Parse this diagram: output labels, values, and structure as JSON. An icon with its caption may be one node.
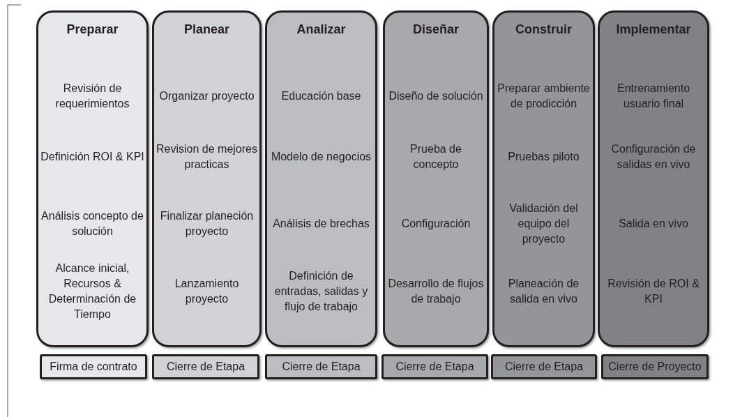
{
  "diagram": {
    "nodes": [
      {
        "text": [
          "Preparar",
          "Revisión de requerimientos",
          "Definición ROI & KPI",
          "Análisis concepto de solución",
          "Alcance inicial, Recursos & Determinación de Tiempo"
        ]
      },
      {
        "text": [
          "Planear",
          "Organizar proyecto",
          "Revision de mejores practicas",
          "Finalizar planeción proyecto",
          "Lanzamiento proyecto"
        ]
      },
      {
        "text": [
          "Analizar",
          "Educación base",
          "Modelo de negocios",
          "Análisis de brechas",
          "Definición de entradas, salidas y flujo de trabajo"
        ]
      },
      {
        "text": [
          "Diseñar",
          "Diseño de solución",
          "Prueba de concepto",
          "Configuración",
          "Desarrollo de flujos de trabajo"
        ]
      },
      {
        "text": [
          "Construir",
          "Preparar ambiente de prodicción",
          "Pruebas piloto",
          "Validación del equipo del proyecto",
          "Planeación de salida en vivo"
        ]
      },
      {
        "text": [
          "Implementar",
          "Entrenamiento usuario final",
          "Configuración de salidas en vivo",
          "Salida en vivo",
          "Revisión de ROI & KPI"
        ]
      },
      {
        "text": [
          "Firma de contrato"
        ]
      },
      {
        "text": [
          "Cierre de Etapa"
        ]
      },
      {
        "text": [
          "Cierre de Etapa"
        ]
      },
      {
        "text": [
          "Cierre de Etapa"
        ]
      },
      {
        "text": [
          "Cierre de Etapa"
        ]
      },
      {
        "text": [
          "Cierre de Proyecto"
        ]
      }
    ]
  }
}
